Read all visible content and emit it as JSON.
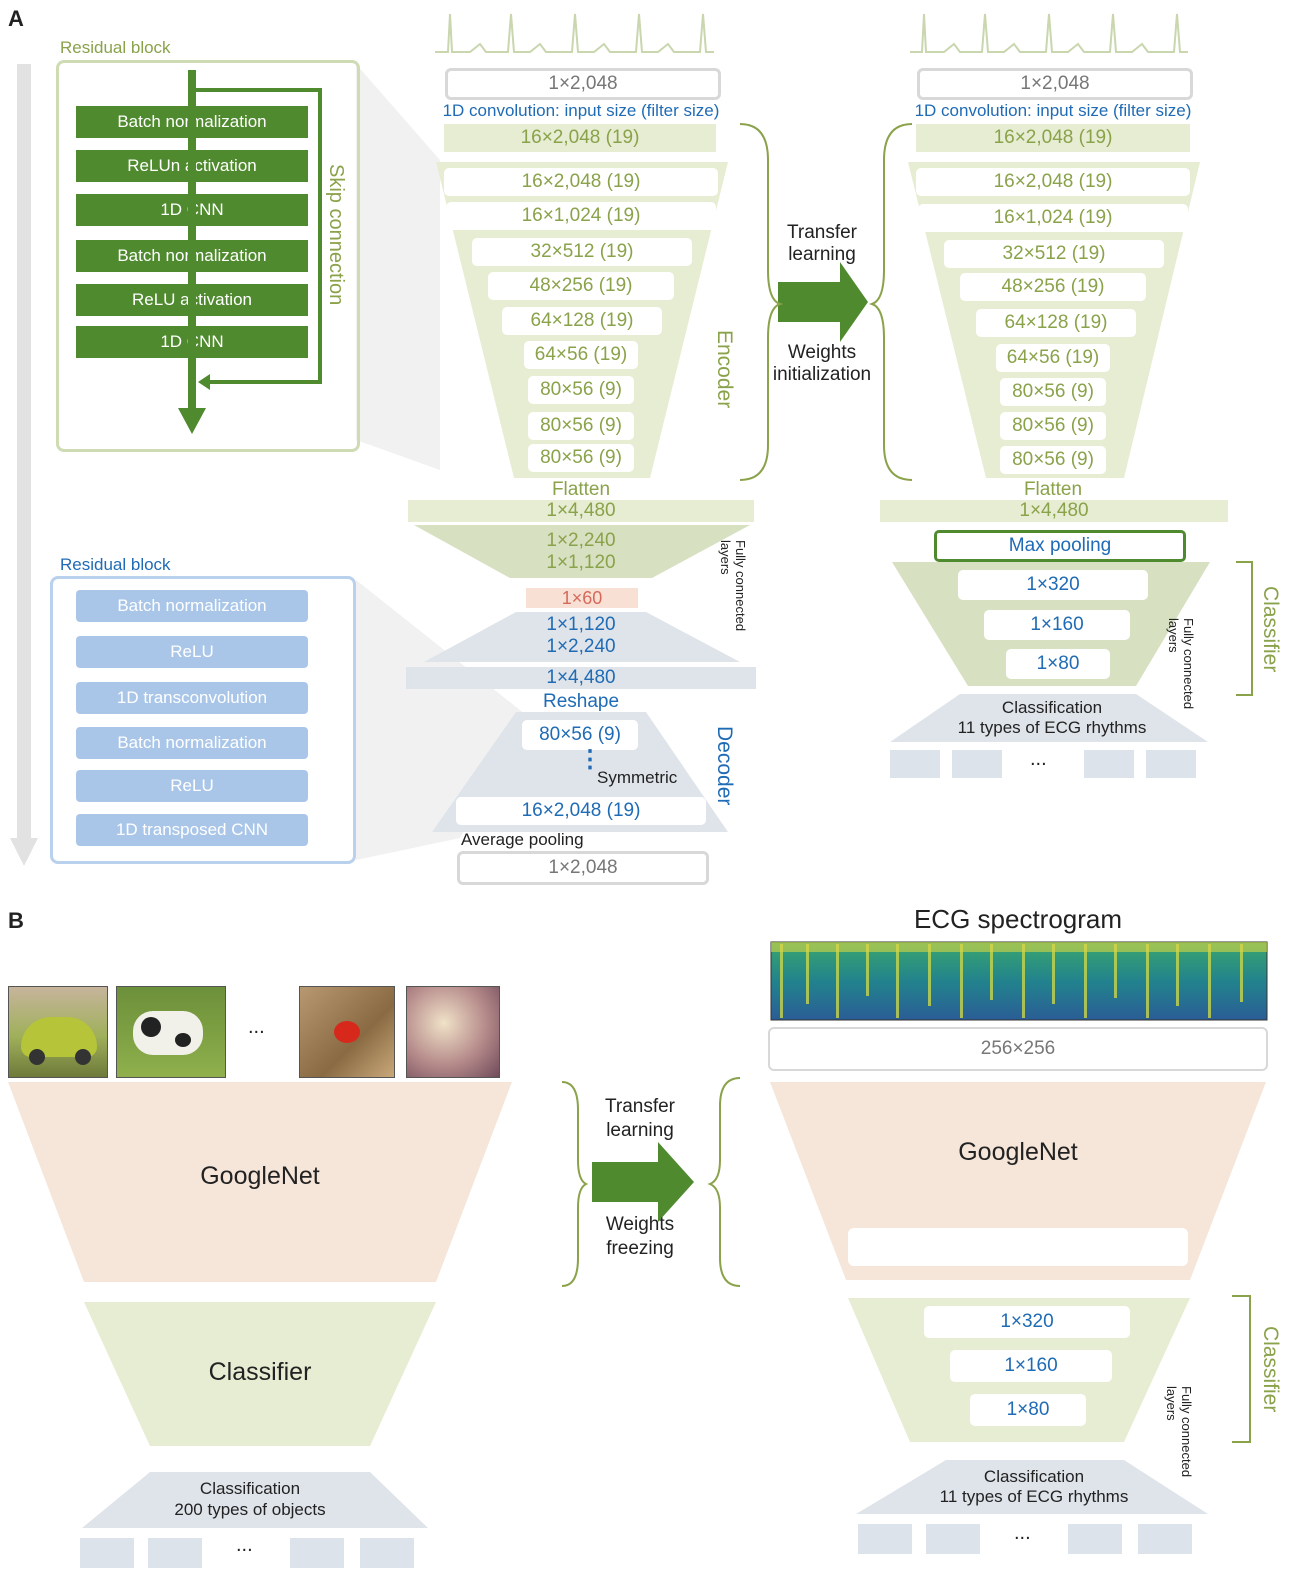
{
  "panel_a": {
    "label": "A",
    "residual_block_green": {
      "title": "Residual block",
      "layers": [
        "Batch normalization",
        "ReLUn activation",
        "1D CNN",
        "Batch normalization",
        "ReLU activation",
        "1D CNN"
      ],
      "skip": "Skip connection"
    },
    "residual_block_blue": {
      "title": "Residual block",
      "layers": [
        "Batch normalization",
        "ReLU",
        "1D transconvolution",
        "Batch normalization",
        "ReLU",
        "1D transposed CNN"
      ]
    },
    "autoencoder": {
      "input": "1×2,048",
      "conv_caption": "1D convolution: input size (filter size)",
      "first_conv": "16×2,048 (19)",
      "encoder_layers": [
        "16×2,048 (19)",
        "16×1,024 (19)",
        "32×512 (19)",
        "48×256 (19)",
        "64×128 (19)",
        "64×56 (19)",
        "80×56 (9)",
        "80×56 (9)",
        "80×56 (9)"
      ],
      "encoder_label": "Encoder",
      "flatten": "Flatten",
      "flatten_size": "1×4,480",
      "fc_down": [
        "1×2,240",
        "1×1,120"
      ],
      "fc_label": "Fully connected layers",
      "bottleneck": "1×60",
      "fc_up": [
        "1×1,120",
        "1×2,240"
      ],
      "up_size": "1×4,480",
      "reshape": "Reshape",
      "decoder_top": "80×56 (9)",
      "symmetric": "Symmetric",
      "decoder_bottom": "16×2,048 (19)",
      "decoder_label": "Decoder",
      "avg_pool": "Average pooling",
      "output": "1×2,048"
    },
    "transfer": {
      "line1": "Transfer",
      "line2": "learning",
      "line3": "Weights",
      "line4": "initialization"
    },
    "classifier_net": {
      "input": "1×2,048",
      "conv_caption": "1D convolution: input size (filter size)",
      "first_conv": "16×2,048 (19)",
      "encoder_layers": [
        "16×2,048 (19)",
        "16×1,024 (19)",
        "32×512 (19)",
        "48×256 (19)",
        "64×128 (19)",
        "64×56 (19)",
        "80×56 (9)",
        "80×56 (9)",
        "80×56 (9)"
      ],
      "flatten": "Flatten",
      "flatten_size": "1×4,480",
      "max_pool": "Max pooling",
      "fc": [
        "1×320",
        "1×160",
        "1×80"
      ],
      "fc_label": "Fully connected layers",
      "classifier_label": "Classifier",
      "classification": "Classification",
      "classification_sub": "11 types of ECG rhythms",
      "ellipsis": "..."
    }
  },
  "panel_b": {
    "label": "B",
    "image_ellipsis": "...",
    "googlenet_left": "GoogleNet",
    "classifier_left": "Classifier",
    "classification_left": "Classification",
    "classification_left_sub": "200 types of objects",
    "left_ellipsis": "...",
    "transfer": {
      "line1": "Transfer",
      "line2": "learning",
      "line3": "Weights",
      "line4": "freezing"
    },
    "spectrogram_title": "ECG spectrogram",
    "input_size": "256×256",
    "googlenet_right": "GoogleNet",
    "fc": [
      "1×320",
      "1×160",
      "1×80"
    ],
    "classifier_label": "Classifier",
    "fc_label": "Fully connected layers",
    "classification_right": "Classification",
    "classification_right_sub": "11 types of ECG rhythms",
    "right_ellipsis": "..."
  },
  "colors": {
    "dark_green": "#4f8a2f",
    "light_green": "#e6edd2",
    "text_green": "#8aa24a",
    "blue": "#1f6bb5",
    "light_blue": "#a9c6e8",
    "peach": "#f6e6da",
    "gray_trap": "#dfe4ea"
  }
}
